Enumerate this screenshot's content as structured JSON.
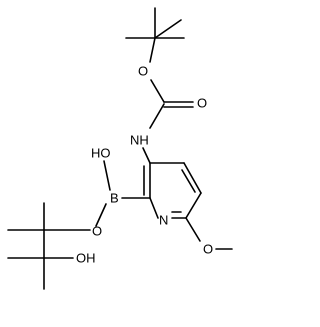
{
  "colors": {
    "background": "#ffffff",
    "bonds": "#000000",
    "labels": "#000000"
  },
  "labels": {
    "carbamate_o": "O",
    "carbonyl_o": "O",
    "nh": "NH",
    "boron_oh": "HO",
    "boron": "B",
    "boronic_ester_o": "O",
    "pyridine_n": "N",
    "methoxy_o": "O",
    "pinacol_oh": "OH"
  }
}
